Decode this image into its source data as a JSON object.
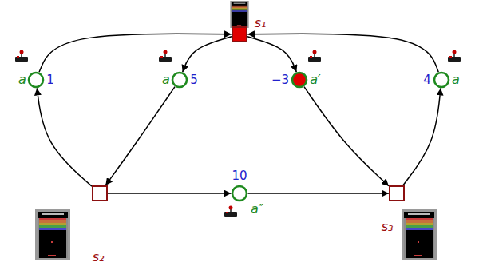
{
  "diagram": {
    "nodes": [
      {
        "text": [
          "s₁"
        ]
      },
      {
        "text": [
          "a",
          "1"
        ]
      },
      {
        "text": [
          "a",
          "5"
        ]
      },
      {
        "text": [
          "−3",
          "a′"
        ]
      },
      {
        "text": [
          "4",
          "a"
        ]
      },
      {
        "text": [
          "s₂"
        ]
      },
      {
        "text": [
          "10",
          "a″"
        ]
      },
      {
        "text": [
          "s₃"
        ]
      }
    ],
    "edges": [
      {
        "from": 5,
        "to": 1,
        "arrow": "to"
      },
      {
        "from": 1,
        "to": 0,
        "arrow": "to"
      },
      {
        "from": 0,
        "to": 2,
        "arrow": "to"
      },
      {
        "from": 2,
        "to": 5,
        "arrow": "to"
      },
      {
        "from": 0,
        "to": 3,
        "arrow": "to"
      },
      {
        "from": 3,
        "to": 7,
        "arrow": "to"
      },
      {
        "from": 7,
        "to": 4,
        "arrow": "to"
      },
      {
        "from": 4,
        "to": 0,
        "arrow": "to"
      },
      {
        "from": 5,
        "to": 6,
        "arrow": "to"
      },
      {
        "from": 6,
        "to": 7,
        "arrow": "to"
      }
    ]
  }
}
